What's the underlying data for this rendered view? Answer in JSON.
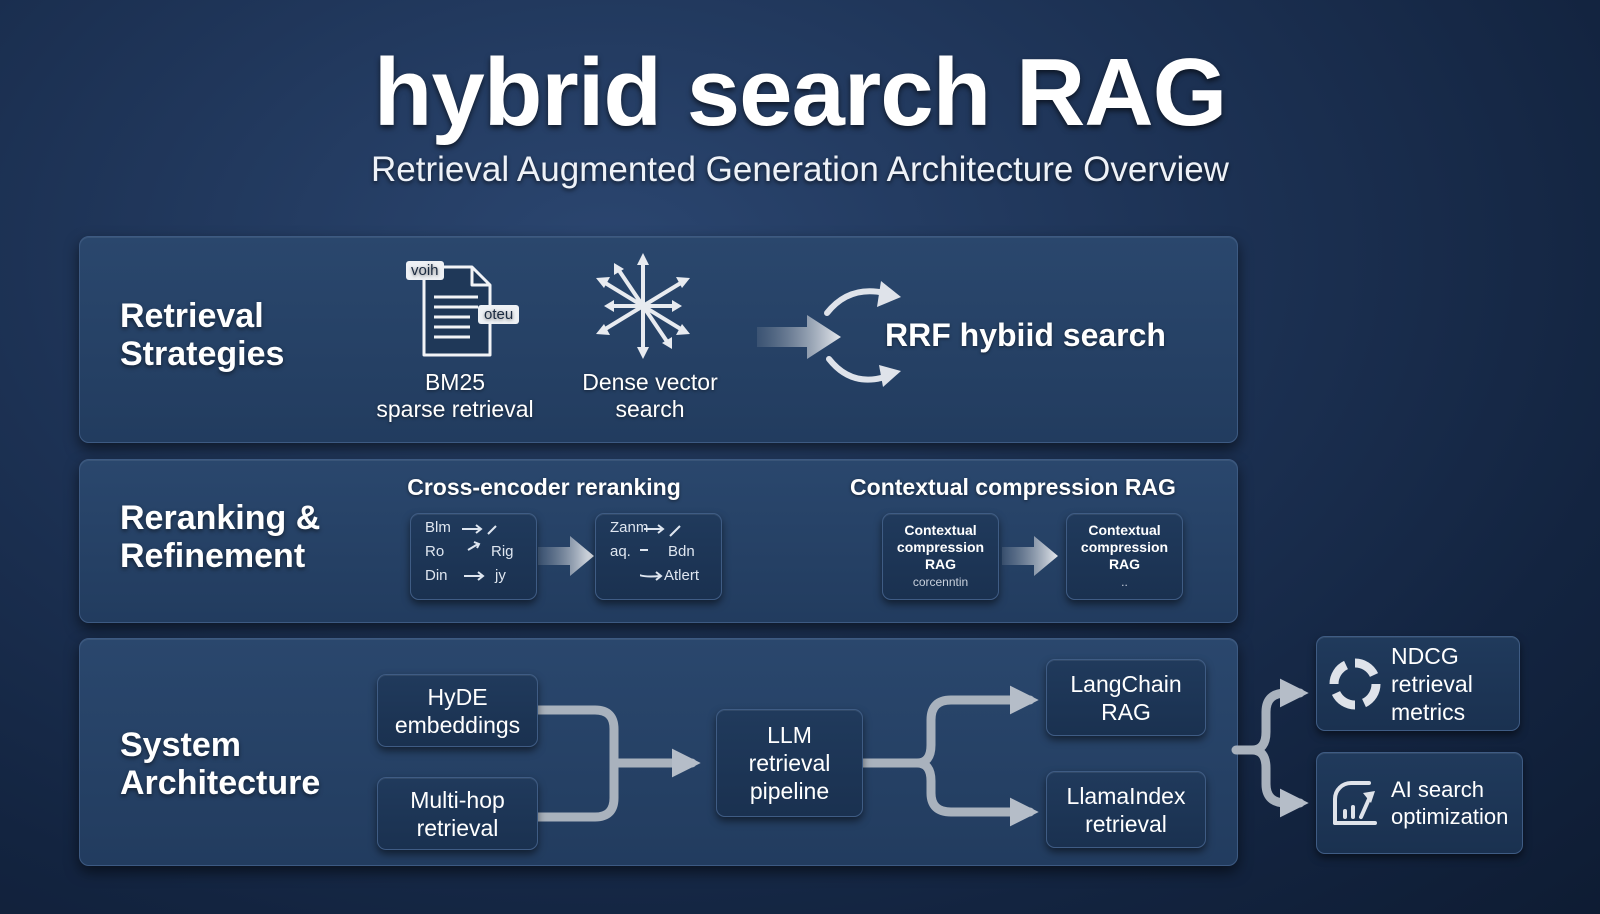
{
  "header": {
    "title": "hybrid search RAG",
    "subtitle": "Retrieval Augmented Generation Architecture Overview"
  },
  "retrieval": {
    "label_line1": "Retrieval",
    "label_line2": "Strategies",
    "doc_tag_top": "voih",
    "doc_tag_bottom": "oteu",
    "bm25_line1": "BM25",
    "bm25_line2": "sparse retrieval",
    "dense_line1": "Dense vector",
    "dense_line2": "search",
    "rrf_label": "RRF hybiid search"
  },
  "reranking": {
    "label_line1": "Reranking &",
    "label_line2": "Refinement",
    "cross_encoder_title": "Cross-encoder reranking",
    "compression_title": "Contextual compression RAG",
    "box1_rows": [
      {
        "left": "Blm",
        "right": ""
      },
      {
        "left": "Ro",
        "right": "Rig"
      },
      {
        "left": "Din",
        "right": "jy"
      }
    ],
    "box2_rows": [
      {
        "left": "Zanm",
        "right": ""
      },
      {
        "left": "aq.",
        "right": "Bdn"
      },
      {
        "left": "",
        "right": "Atlert"
      }
    ],
    "comp_box1_line1": "Contextual",
    "comp_box1_line2": "compression",
    "comp_box1_line3": "RAG",
    "comp_box1_sub": "corcenntin",
    "comp_box2_line1": "Contextual",
    "comp_box2_line2": "compression",
    "comp_box2_line3": "RAG",
    "comp_box2_sub": ".."
  },
  "architecture": {
    "label_line1": "System",
    "label_line2": "Architecture",
    "hyde_line1": "HyDE",
    "hyde_line2": "embeddings",
    "multihop_line1": "Multi-hop",
    "multihop_line2": "retrieval",
    "llm_line1": "LLM",
    "llm_line2": "retrieval",
    "llm_line3": "pipeline",
    "langchain_line1": "LangChain",
    "langchain_line2": "RAG",
    "llamaindex_line1": "LlamaIndex",
    "llamaindex_line2": "retrieval"
  },
  "outputs": {
    "ndcg_line1": "NDCG",
    "ndcg_line2": "retrieval",
    "ndcg_line3": "metrics",
    "ai_line1": "AI search",
    "ai_line2": "optimization"
  },
  "colors": {
    "background": "#1c3153",
    "panel": "#2a476d",
    "node": "#203a5c",
    "connector": "#a9b2bd"
  }
}
